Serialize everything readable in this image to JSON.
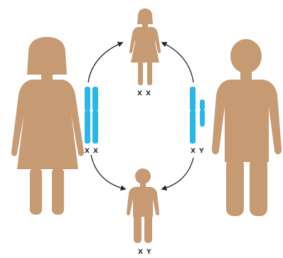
{
  "colors": {
    "figure": "#c69a73",
    "chromosome": "#29b6e8",
    "arrow": "#222222",
    "background": "#ffffff"
  },
  "labels": {
    "mother": "X X",
    "father": "X Y",
    "daughter": "X X",
    "son": "X Y"
  }
}
